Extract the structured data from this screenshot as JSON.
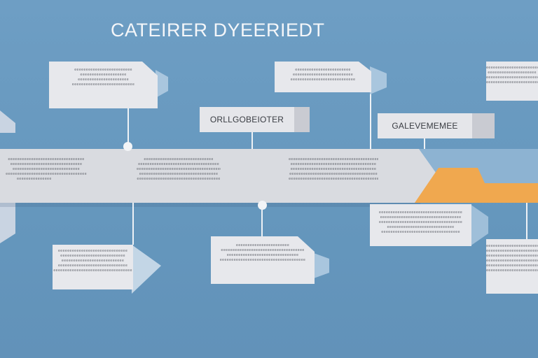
{
  "title": "CATEIRER DYEERIEDT",
  "labels": {
    "center": "ORLLGOBEIOTER",
    "right": "GALEVEMEMEE"
  },
  "colors": {
    "background": "#6a9ac0",
    "band": "#d9dbe0",
    "accent": "#f0a84f",
    "card": "#e7e8ec"
  },
  "cards": {
    "top_left": [
      "eeeeeeeeeeeeeeeeeeeeeeeee",
      "eeeeeeeeeeeeeeeeeeee",
      "eeeeeeeeeeeeeeeeeeeeee",
      "eeeeeeeeeeeeeeeeeeeeeeeeeee"
    ],
    "top_mid": [
      "eeeeeeeeeeeeeeeeeeeeeeee",
      "eeeeeeeeeeeeeeeeeeeeeeeeee",
      "eeeeeeeeeeeeeeeeeeeeeeeeeeee"
    ],
    "top_right": [
      "eeeeeeeeeeeeeeeeeeeeeeeeeeee",
      "eeeeeeeeeeeeeeeeeeeee",
      "eeeeeeeeeeeeeeeeeeeeeeeeeee",
      "eeeeeeeeeeeeeeeeeeeeeeee"
    ],
    "bottom_left": [
      "eeeeeeeeeeeeeeeeeeeeeeeeeeeeee",
      "eeeeeeeeeeeeeeeeeeeeeeeeeeee",
      "eeeeeeeeeeeeeeeeeeeeeeeeeee",
      "eeeeeeeeeeeeeeeeeeeeeeeeeeeeee",
      "eeeeeeeeeeeeeeeeeeeeeeeeeeeeeeeeee"
    ],
    "bottom_mid": [
      "eeeeeeeeeeeeeeeeeeeeeee",
      "eeeeeeeeeeeeeeeeeeeeeeeeeeeeeeeeeeee",
      "eeeeeeeeeeeeeeeeeeeeeeeeeeeeeee",
      "eeeeeeeeeeeeeeeeeeeeeeeeeeeeeeeeeeeee"
    ],
    "right_mid": [
      "eeeeeeeeeeeeeeeeeeeeeeeeeeeeeeeeeeee",
      "eeeeeeeeeeeeeeeeeeeeeeeeeeeeeeeeeee",
      "eeeeeeeeeeeeeeeeeeeeeeeeeeeeeeeeeeee",
      "eeeeeeeeeeeeeeeeeeeeeeeeeeeee",
      "eeeeeeeeeeeeeeeeeeeeeeeeeeeeeeeeee"
    ],
    "bottom_right": [
      "eeeeeeeeeeeeeeeeeeeeeeeeeeeeeeee",
      "eeeeeeeeeeeeeeeeeeeeeeeeee",
      "eeeeeeeeeeeeeeeeeeeeeeeeeeeeeee",
      "eeeeeeeeeeeeeeeeeeeeeeeeeeeeeee",
      "eeeeeeeeeeeeeeeeeeeeeeeeeeeeee",
      "eeeeeeeeeeeeeeeeeeeeeeeeeeeee"
    ]
  },
  "band_text": {
    "col1": [
      "eeeeeeeeeeeeeeeeeeeeeeeeeeeeeeeee",
      "eeeeeeeeeeeeeeeeeeeeeeeeeeeeeee",
      "eeeeeeeeeeeeeeeeeeeeeeeeeeeee",
      "eeeeeeeeeeeeeeeeeeeeeeeeeeeeeeeeeee",
      "eeeeeeeeeeeeeee"
    ],
    "col2": [
      "eeeeeeeeeeeeeeeeeeeeeeeeeeeeee",
      "eeeeeeeeeeeeeeeeeeeeeeeeeeeeeeeeeee",
      "eeeeeeeeeeeeeeeeeeeeeeeeeeeeeeeeeeeee",
      "eeeeeeeeeeeeeeeeeeeeeeeeeeeeeeeeee",
      "eeeeeeeeeeeeeeeeeeeeeeeeeeeeeeeeeeee"
    ],
    "col3": [
      "eeeeeeeeeeeeeeeeeeeeeeeeeeeeeeeeeeeeeeeeeee",
      "eeeeeeeeeeeeeeeeeeeeeeeeeeeeeeeeeeeee",
      "eeeeeeeeeeeeeeeeeeeeeeeeeeeeeeeeeeeee",
      "eeeeeeeeeeeeeeeeeeeeeeeeeeeeeeeeeeeeee",
      "eeeeeeeeeeeeeeeeeeeeeeeeeeeeeeeeeeeeeeeeeee"
    ]
  }
}
